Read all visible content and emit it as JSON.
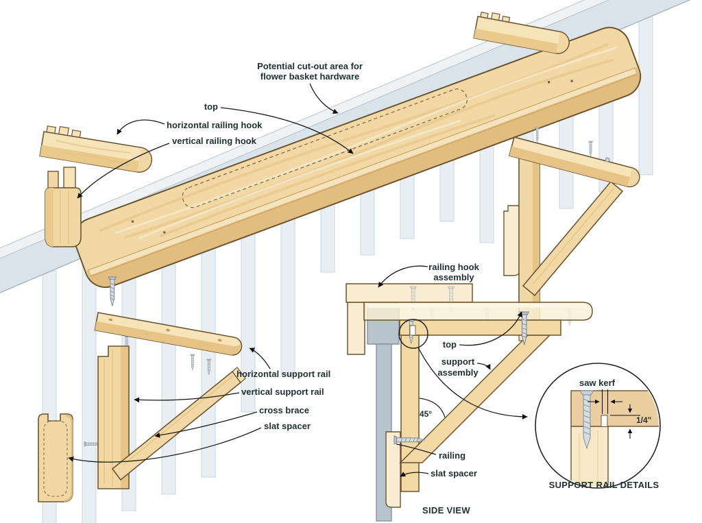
{
  "figure": {
    "description": "Exploded isometric diagram of a wooden deck-railing shelf with side view and support rail detail"
  },
  "colors": {
    "wood_light": "#f6e3b8",
    "wood_top": "#f1d8a4",
    "wood_front": "#e6c487",
    "wood_pale": "#f8edd2",
    "outline": "#6a5532",
    "railing_band": "#dbe3ea",
    "slat": "#e9eef2",
    "railing_gray": "#b7c3cd",
    "metal": "#cfd7dd",
    "text": "#20312f"
  },
  "labels": {
    "cutout_line1": "Potential cut-out area for",
    "cutout_line2": "flower basket hardware",
    "top": "top",
    "horizontal_railing_hook": "horizontal railing hook",
    "vertical_railing_hook": "vertical railing hook",
    "horizontal_support_rail": "horizontal support rail",
    "vertical_support_rail": "vertical support rail",
    "cross_brace": "cross brace",
    "slat_spacer": "slat spacer"
  },
  "side_view": {
    "railing_hook_assembly_line1": "railing hook",
    "railing_hook_assembly_line2": "assembly",
    "top": "top",
    "support_assembly_line1": "support",
    "support_assembly_line2": "assembly",
    "angle": "45°",
    "railing": "railing",
    "slat_spacer": "slat spacer",
    "caption": "SIDE VIEW"
  },
  "detail": {
    "saw_kerf": "saw kerf",
    "kerf_depth": "1/4\"",
    "caption": "SUPPORT RAIL DETAILS"
  }
}
